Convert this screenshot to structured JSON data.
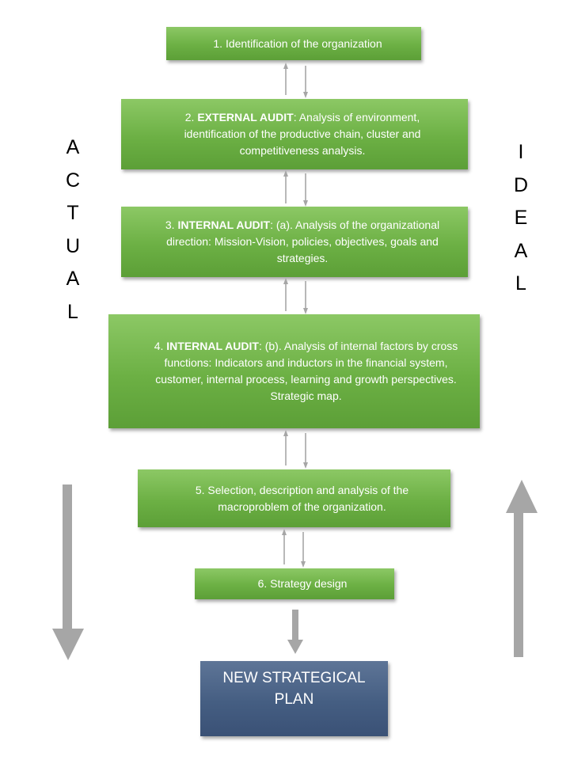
{
  "steps": [
    {
      "number": "1.",
      "title": "",
      "text": "Identification of the organization"
    },
    {
      "number": "2.",
      "title": "EXTERNAL AUDIT",
      "text": ": Analysis of environment, identification of the productive chain, cluster and competitiveness analysis."
    },
    {
      "number": "3.",
      "title": "INTERNAL AUDIT",
      "text": ": (a). Analysis of the organizational direction: Mission-Vision, policies, objectives, goals and strategies."
    },
    {
      "number": "4.",
      "title": "INTERNAL AUDIT",
      "text": ": (b). Analysis of internal factors by cross functions: Indicators and inductors in the financial system, customer, internal process, learning and growth perspectives. Strategic map."
    },
    {
      "number": "5.",
      "title": "",
      "text": "Selection, description and analysis of the macroproblem of the organization."
    },
    {
      "number": "6.",
      "title": "",
      "text": "Strategy design"
    }
  ],
  "final": {
    "text": "NEW STRATEGICAL PLAN"
  },
  "left_label": {
    "letters": [
      "A",
      "C",
      "T",
      "U",
      "A",
      "L"
    ]
  },
  "right_label": {
    "letters": [
      "I",
      "D",
      "E",
      "A",
      "L"
    ]
  },
  "colors": {
    "step_green": "#6cb044",
    "final_navy": "#455e82",
    "arrow_gray": "#a6a6a6"
  }
}
